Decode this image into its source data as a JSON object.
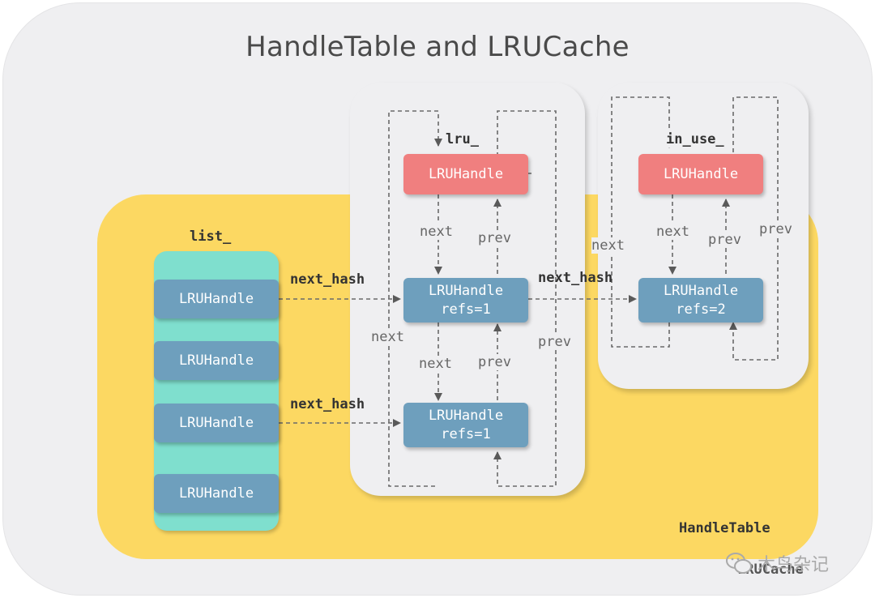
{
  "title": "HandleTable and LRUCache",
  "handle_table_label": "HandleTable",
  "lru_cache_label": "LRUCache",
  "list_label": "list_",
  "lru_label": "lru_",
  "in_use_label": "in_use_",
  "list_nodes": [
    "LRUHandle",
    "LRUHandle",
    "LRUHandle",
    "LRUHandle"
  ],
  "lru_list": {
    "head": "LRUHandle",
    "node1": {
      "name": "LRUHandle",
      "refs": "refs=1"
    },
    "node2": {
      "name": "LRUHandle",
      "refs": "refs=1"
    }
  },
  "in_use_list": {
    "head": "LRUHandle",
    "node1": {
      "name": "LRUHandle",
      "refs": "refs=2"
    }
  },
  "edge_labels": {
    "next": "next",
    "prev": "prev",
    "next_hash": "next_hash"
  },
  "watermark": {
    "text": "木鸟杂记",
    "icon": "wechat-icon"
  },
  "colors": {
    "background": "#efeff1",
    "handle_table": "#fcd862",
    "list_bar": "#7fdfce",
    "node_blue": "#6e9fbd",
    "node_red": "#f07f7f"
  }
}
